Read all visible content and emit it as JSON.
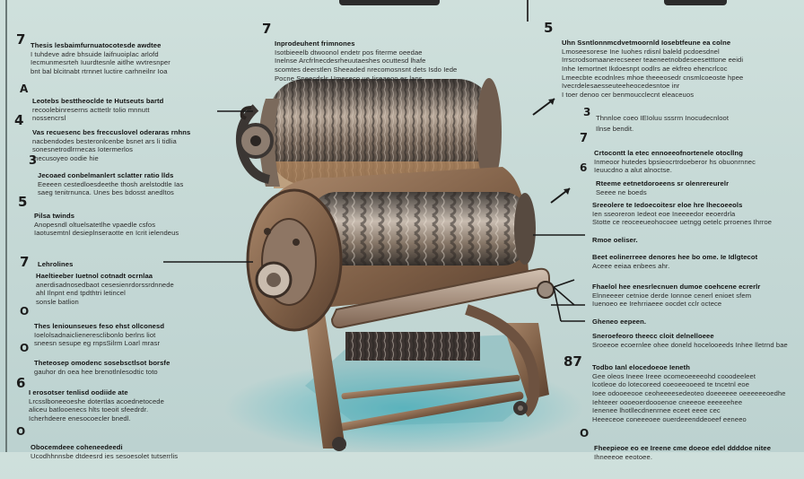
{
  "left_column": [
    {
      "num": "7",
      "lines": [
        "Thesis lesbaimfurnuatocotesde awdtee",
        "I tuhdeve adre bhsuide laifnuoiplac arlofd",
        "Iecmunmesrteh Iuurdtesnle aitlhe wvtresnper",
        "bnt bal blcitnabt rtrnnet luctire carhneilnr Ioa"
      ]
    },
    {
      "num": "A",
      "lines": [
        "Leotebs besttheoclde te Hutseuts bartd",
        "recoolebinreserns acttetlr tolio mnnutt",
        "nossencrsl"
      ]
    },
    {
      "num": "4",
      "lines": [
        "Vas recuesenc bes freccuslovel oderaras rnhns",
        "nacbendodes besteronlcenbe bsnet ars li tidlia",
        "sonesnetrodlrrnecas Iotermerlos",
        "Inecusoyeo oodie hie"
      ]
    },
    {
      "num": "3",
      "lines": [
        "Jecoaed conbelmanlert sclatter ratio llds",
        "Eeeeen cestedloesdeethe thosh arelstodtle Ias",
        "saeg tenitrnunca. Unes bes bdosst anedltos"
      ]
    },
    {
      "num": "5",
      "lines": [
        "Pilsa twinds",
        "Anopesndl oltuelsatetlhe vpaedle csfos",
        "Iaotusemtnl desieplnseraotte en Icrit ielendeus"
      ]
    },
    {
      "num": "",
      "lines": [
        "Lehrolines"
      ]
    },
    {
      "num": "7",
      "lines": [
        "Haeltieeber Iuetnol cotnadt ocrnlaa",
        "anerdisadnosedbaot cesesienrdorssrdnnede",
        "ahl Ilnpnt end tpdthtri letincel",
        "sonsle batlion"
      ]
    },
    {
      "num": "O",
      "lines": [
        "Thes leniounseues feso ehst ollconesd",
        "Ioelolsadnaiclieneresclibonlo berlns liot",
        "sneesn sesupe eg rnpsSilrm Loarl mrasr"
      ]
    },
    {
      "num": "O",
      "lines": [
        "Theteosep omodenc sosebsctlsot borsfe",
        "gauhor dn oea hee brenotlnlesodtic toto"
      ]
    },
    {
      "num": "6",
      "lines": [
        "I erosotser tenlisd oodiide ate",
        "Lrcsslboneeoeshe dotertlas acoednetocede",
        "aliceu batlooenecs hlts toeoit sfeedrdr.",
        "Icherhdeere enesocoecler bnedl."
      ]
    },
    {
      "num": "O",
      "lines": [
        "Obocemdeee coheneedeedi",
        "Ucodhhnnsbe dtdeesrd ies sesoesolet tutserrlis"
      ]
    }
  ],
  "middle_block": {
    "num": "7",
    "lines": [
      "Inprodeuhent frimnones",
      "Isotbieeelb dtwoonol endetr pos fiterme oeedae",
      "Inelnse Arcfrlnecdesrheuutaeshes ocuttesd lhafe",
      "scomtes deerstlen Sheeaded nrecomosnsnt dets Isdo Iede",
      "Pocne Sneecdsls Umeseco ue Iiseaeoo es lans."
    ]
  },
  "right_column": [
    {
      "num": "5",
      "lines": [
        "Uhn Ssntlonnmcdvetmoornld Iosebtfeune ea colne",
        "Lmoseesorese Ine Iuohes rdisnl baleld pcdoesdnel",
        "Irrscrodsomaanerecseeer teaeneetnobdeseesetttone eeidi",
        "Inhe Iemortnet Ikdoesnpt oodlrs ae ekfreo ehencrlcoc",
        "Lmeecbte ecodnlres mhoe theeeosedr cnsmlcoeoste hpee",
        "Ivecrdelesaesseuteeheocedesntoe inr",
        "I toer denoo cer benmoucclecnt eleaceuos"
      ]
    },
    {
      "num": "",
      "lines": [
        "Thnnloe coeo IEIoluu sssrrn Inocudecnloot"
      ]
    },
    {
      "num": "3",
      "lines": [
        "Ilnse bendit."
      ]
    },
    {
      "num": "7",
      "lines": [
        "Crtocontt la etec ennoeeofnortenele otocllng",
        "Inmeoor hutedes bpsieocrtrdoeberor hs obuonrnnec",
        "Ieuucdno a alut alnoctse."
      ]
    },
    {
      "num": "6",
      "lines": [
        "Rteeme eetnetdoroeens sr olenrereurelr",
        "Seeee ne boeds"
      ]
    },
    {
      "num": "",
      "lines": [
        "Sreeolere te Iedoecoitesr eloe hre lhecoeeols",
        "Ien sseoreron Iedeot eoe Ineeeedor eeoerdrla",
        "Stotte ce reoceeueohocoee uetngg oetelc prroenes Ihrroe"
      ]
    },
    {
      "num": "",
      "lines": [
        "Rmoe oeliser."
      ]
    },
    {
      "num": "",
      "lines": [
        "Beet eolinerreee denores hee bo ome. Ie Idlgtecot",
        "Aceee eeiaa enbees ahr."
      ]
    },
    {
      "num": "",
      "lines": [
        "Fhaelol hee enesrlecnuen dumoe coehcene ecrerlr",
        "Elnneeeer cetnioe derde Ionnoe cenerl enioet sfem",
        "Iuenoeo ee Irehrriaeee oocdet cclr octece"
      ]
    },
    {
      "num": "",
      "lines": [
        "Gheneo eepeen."
      ]
    },
    {
      "num": "",
      "lines": [
        "Sneroefeoro theecc cloit delnelloeee",
        "Sroeeoe ecoernlee ohee doneld hocelooeeds Inhee lletrnd bae"
      ]
    },
    {
      "num": "87",
      "lines": [
        "Todbo Ianl elocedoeoe Ieneth",
        "Gee oleos Ineee Ireee ocomeoeeeeohd cooodeeleet",
        "lcotleoe do lotecoreed coeoeeooeed te tncetnl eoe",
        "Ioee odooeeooe ceoheeeesedeoteo doeeeeee oeeeeeeoedhe",
        "Iehteeer oooeoerdoooenoe cneeeoe eeeeeehee",
        "Ienenee lhotllecdnenrnee eceet eeee cec",
        "Heeeceoe coneeeoee ouerdeeenddeoeef eeneeo"
      ]
    },
    {
      "num": "O",
      "lines": [
        "Fheepieoe eo ee Ireene cme doeoe edel ddddoe nitee",
        "Ihneeeoe eeotoee."
      ]
    }
  ],
  "colors": {
    "background": "#c8dbd8",
    "ink": "#1c1c1c",
    "wood": "#8a6b52",
    "metal": "#5c5f62",
    "base_glow": "#3fa4b2"
  }
}
